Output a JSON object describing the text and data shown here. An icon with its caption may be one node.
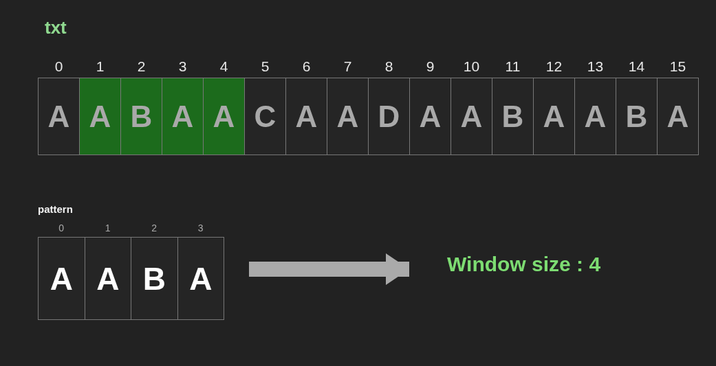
{
  "diagram": {
    "nodes": [
      {
        "text": [
          "txt"
        ]
      },
      {
        "text": [
          "A"
        ],
        "in": 0,
        "beside": [
          "0"
        ]
      },
      {
        "text": [
          "A"
        ],
        "in": 0,
        "beside": [
          "1"
        ]
      },
      {
        "text": [
          "B"
        ],
        "in": 0,
        "beside": [
          "2"
        ]
      },
      {
        "text": [
          "A"
        ],
        "in": 0,
        "beside": [
          "3"
        ]
      },
      {
        "text": [
          "A"
        ],
        "in": 0,
        "beside": [
          "4"
        ]
      },
      {
        "text": [
          "C"
        ],
        "in": 0,
        "beside": [
          "5"
        ]
      },
      {
        "text": [
          "A"
        ],
        "in": 0,
        "beside": [
          "6"
        ]
      },
      {
        "text": [
          "A"
        ],
        "in": 0,
        "beside": [
          "7"
        ]
      },
      {
        "text": [
          "D"
        ],
        "in": 0,
        "beside": [
          "8"
        ]
      },
      {
        "text": [
          "A"
        ],
        "in": 0,
        "beside": [
          "9"
        ]
      },
      {
        "text": [
          "A"
        ],
        "in": 0,
        "beside": [
          "10"
        ]
      },
      {
        "text": [
          "B"
        ],
        "in": 0,
        "beside": [
          "11"
        ]
      },
      {
        "text": [
          "A"
        ],
        "in": 0,
        "beside": [
          "12"
        ]
      },
      {
        "text": [
          "A"
        ],
        "in": 0,
        "beside": [
          "13"
        ]
      },
      {
        "text": [
          "B"
        ],
        "in": 0,
        "beside": [
          "14"
        ]
      },
      {
        "text": [
          "A"
        ],
        "in": 0,
        "beside": [
          "15"
        ]
      },
      {
        "text": [
          "pattern"
        ]
      },
      {
        "text": [
          "A"
        ],
        "in": 17,
        "beside": [
          "0"
        ]
      },
      {
        "text": [
          "A"
        ],
        "in": 17,
        "beside": [
          "1"
        ]
      },
      {
        "text": [
          "B"
        ],
        "in": 17,
        "beside": [
          "2"
        ]
      },
      {
        "text": [
          "A"
        ],
        "in": 17,
        "beside": [
          "3"
        ]
      },
      {
        "text": [
          "Window size : 4"
        ]
      }
    ],
    "edges": [
      {
        "from": 17,
        "to": 22,
        "arrow": "to"
      }
    ]
  }
}
